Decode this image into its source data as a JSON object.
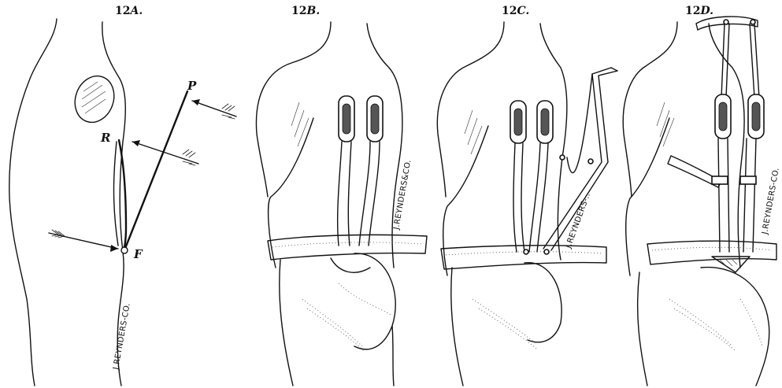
{
  "figures": [
    {
      "id": "12A",
      "num": "12",
      "letter": "A.",
      "maker": "J.REYNDERS-CO."
    },
    {
      "id": "12B",
      "num": "12",
      "letter": "B.",
      "maker": "J.REYNDERS&CO."
    },
    {
      "id": "12C",
      "num": "12",
      "letter": "C.",
      "maker": "J.REYNDERS-.."
    },
    {
      "id": "12D",
      "num": "12",
      "letter": "D.",
      "maker": "J.REYNDERS-CO."
    }
  ],
  "points": {
    "P": "P",
    "R": "R",
    "F": "F"
  }
}
